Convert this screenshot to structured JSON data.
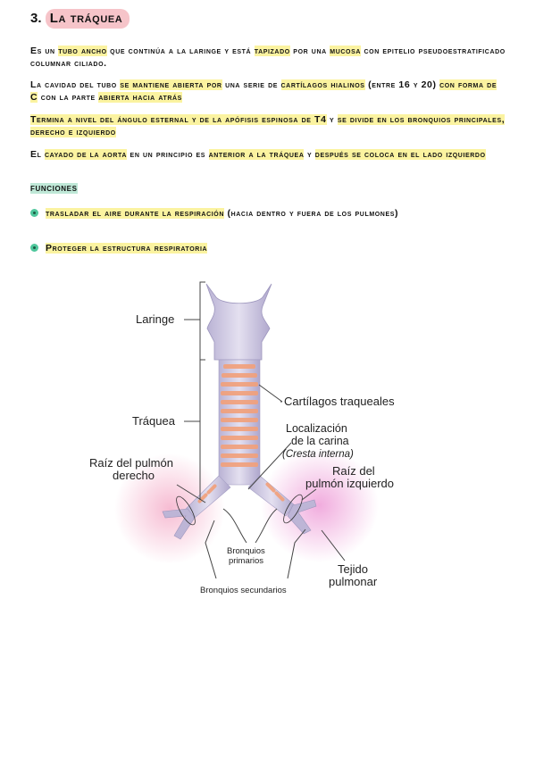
{
  "section": {
    "number": "3.",
    "title": "La tráquea"
  },
  "paragraphs": {
    "p1": {
      "a": "Es un ",
      "b": "tubo ancho",
      "c": " que continúa a la laringe y está ",
      "d": "tapizado",
      "e": " por una ",
      "f": "mucosa",
      "g": " con epitelio pseudoestratificado columnar ciliado."
    },
    "p2": {
      "a": "La cavidad del tubo ",
      "b": "se mantiene abierta por",
      "c": " una serie de ",
      "d": "cartílagos hialinos",
      "e": " (entre 16 y 20) ",
      "f": "con forma de C",
      "g": " con la parte ",
      "h": "abierta hacia atrás"
    },
    "p3": {
      "a": "Termina a nivel del ángulo esternal y de la apófisis espinosa de T4",
      "b": " y ",
      "c": "se divide en los bronquios principales, derecho e izquierdo"
    },
    "p4": {
      "a": "El ",
      "b": "cayado de la aorta",
      "c": " en un principio es ",
      "d": "anterior a la tráquea",
      "e": " y ",
      "f": "después se coloca en el lado izquierdo"
    }
  },
  "funciones": {
    "heading": "funciones",
    "items": [
      {
        "hl": "trasladar el aire durante la respiración",
        "rest": " (hacia dentro y fuera de los pulmones)"
      },
      {
        "hl": "Proteger la estructura respiratoria",
        "rest": ""
      }
    ]
  },
  "figure": {
    "labels": {
      "laringe": "Laringe",
      "traquea": "Tráquea",
      "raiz_derecho_1": "Raíz del pulmón",
      "raiz_derecho_2": "derecho",
      "cartilagos": "Cartílagos traqueales",
      "carina_1": "Localización",
      "carina_2": "de la carina",
      "carina_3": "(Cresta interna)",
      "raiz_izq_1": "Raíz del",
      "raiz_izq_2": "pulmón izquierdo",
      "bronquios_prim_1": "Bronquios",
      "bronquios_prim_2": "primarios",
      "tejido_1": "Tejido",
      "tejido_2": "pulmonar",
      "bronquios_sec": "Bronquios secundarios"
    },
    "colors": {
      "trachea": "#c9c2dc",
      "cartilage": "#f2a07a",
      "lung_right": "#f3a6c3",
      "lung_left": "#ee9fd8"
    }
  }
}
